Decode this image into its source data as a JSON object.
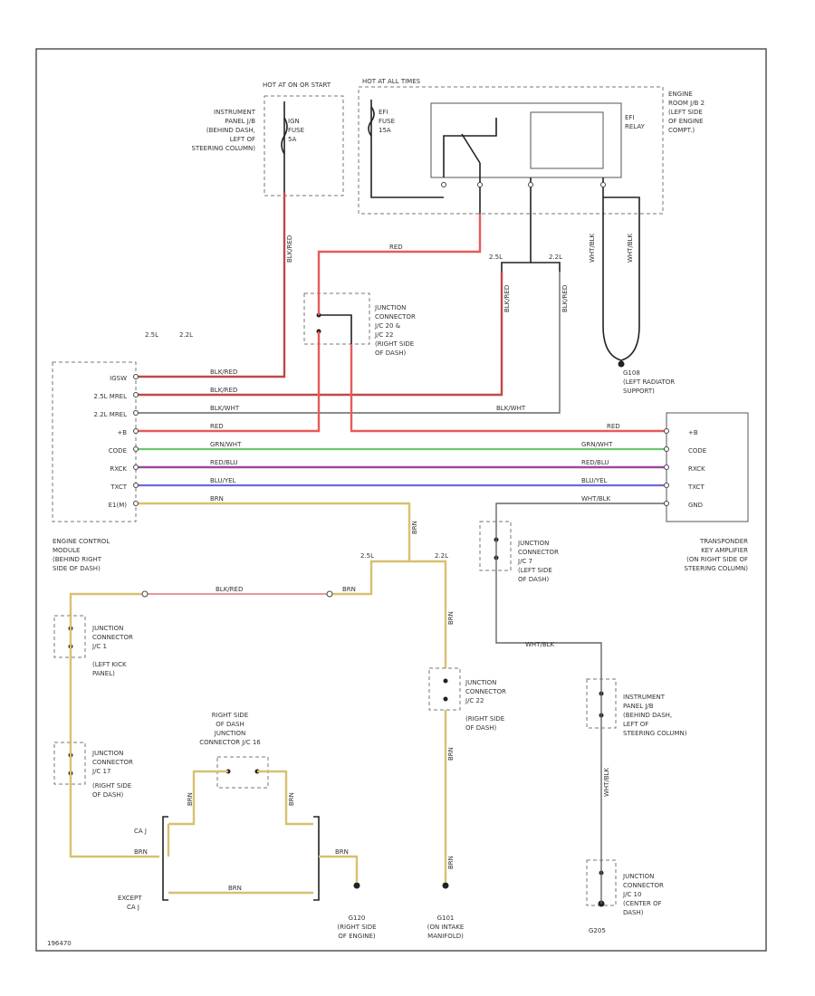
{
  "hot_run": "HOT AT ON OR START",
  "hot_all": "HOT AT ALL TIMES",
  "ign_fuse": [
    "IGN",
    "FUSE",
    "5A"
  ],
  "efi_fuse": [
    "EFI",
    "FUSE",
    "15A"
  ],
  "efi_relay": [
    "EFI",
    "RELAY"
  ],
  "ip_jb_top": [
    "INSTRUMENT",
    "PANEL J/B",
    "(BEHIND DASH,",
    "LEFT OF",
    "STEERING COLUMN)"
  ],
  "engine_room_jb": [
    "ENGINE",
    "ROOM J/B 2",
    "(LEFT SIDE",
    "OF ENGINE",
    "COMPT.)"
  ],
  "jc_20": [
    "JUNCTION",
    "CONNECTOR",
    "J/C 20 &",
    "J/C 22",
    "(RIGHT SIDE",
    "OF DASH)"
  ],
  "g108": [
    "G108",
    "(LEFT RADIATOR",
    "SUPPORT)"
  ],
  "ecm_pins": [
    "IGSW",
    "2.5L MREL",
    "2.2L MREL",
    "+B",
    "CODE",
    "RXCK",
    "TXCT",
    "E1(M)"
  ],
  "ecm_label": [
    "ENGINE CONTROL",
    "MODULE",
    "(BEHIND RIGHT",
    "SIDE OF DASH)"
  ],
  "conn_hdr": [
    "2.5L",
    "2.2L"
  ],
  "tka_pins": [
    "+B",
    "CODE",
    "RXCK",
    "TXCT",
    "GND"
  ],
  "tka_label": [
    "TRANSPONDER",
    "KEY AMPLIFIER",
    "(ON RIGHT SIDE OF",
    "STEERING COLUMN)"
  ],
  "wire_labels": {
    "red": "RED",
    "blk_red": "BLK/RED",
    "blk_wht": "BLK/WHT",
    "grn_wht": "GRN/WHT",
    "red_blu": "RED/BLU",
    "blu_yel": "BLU/YEL",
    "wht_blk": "WHT/BLK",
    "brn": "BRN"
  },
  "jc1": [
    "JUNCTION",
    "CONNECTOR",
    "J/C 1",
    "(LEFT KICK",
    "PANEL)"
  ],
  "jc7": [
    "JUNCTION",
    "CONNECTOR",
    "J/C 7",
    "(LEFT SIDE",
    "OF DASH)"
  ],
  "jc22": [
    "JUNCTION",
    "CONNECTOR",
    "J/C 22",
    "(RIGHT SIDE",
    "OF DASH)"
  ],
  "jc17": [
    "JUNCTION",
    "CONNECTOR",
    "J/C 17",
    "(RIGHT SIDE",
    "OF DASH)"
  ],
  "jc16_label": [
    "RIGHT SIDE",
    "OF DASH",
    "JUNCTION",
    "CONNECTOR J/C 16"
  ],
  "ip_jb_bottom": [
    "INSTRUMENT",
    "PANEL J/B",
    "(BEHIND DASH,",
    "LEFT OF",
    "STEERING COLUMN)"
  ],
  "jc10": [
    "JUNCTION",
    "CONNECTOR",
    "J/C 10",
    "(CENTER OF",
    "DASH)"
  ],
  "ca_label": "CA J",
  "except_ca": [
    "EXCEPT",
    "CA J"
  ],
  "g120": [
    "G120",
    "(RIGHT SIDE",
    "OF ENGINE)"
  ],
  "g101": [
    "G101",
    "(ON INTAKE",
    "MANIFOLD)"
  ],
  "g205": "G205",
  "code": "196470",
  "colors": {
    "red": "#e85a5a",
    "green": "#6ec86e",
    "purple": "#9a4aa0",
    "blue": "#6a6ad8",
    "yellow": "#d8c070",
    "grey": "#666666"
  }
}
